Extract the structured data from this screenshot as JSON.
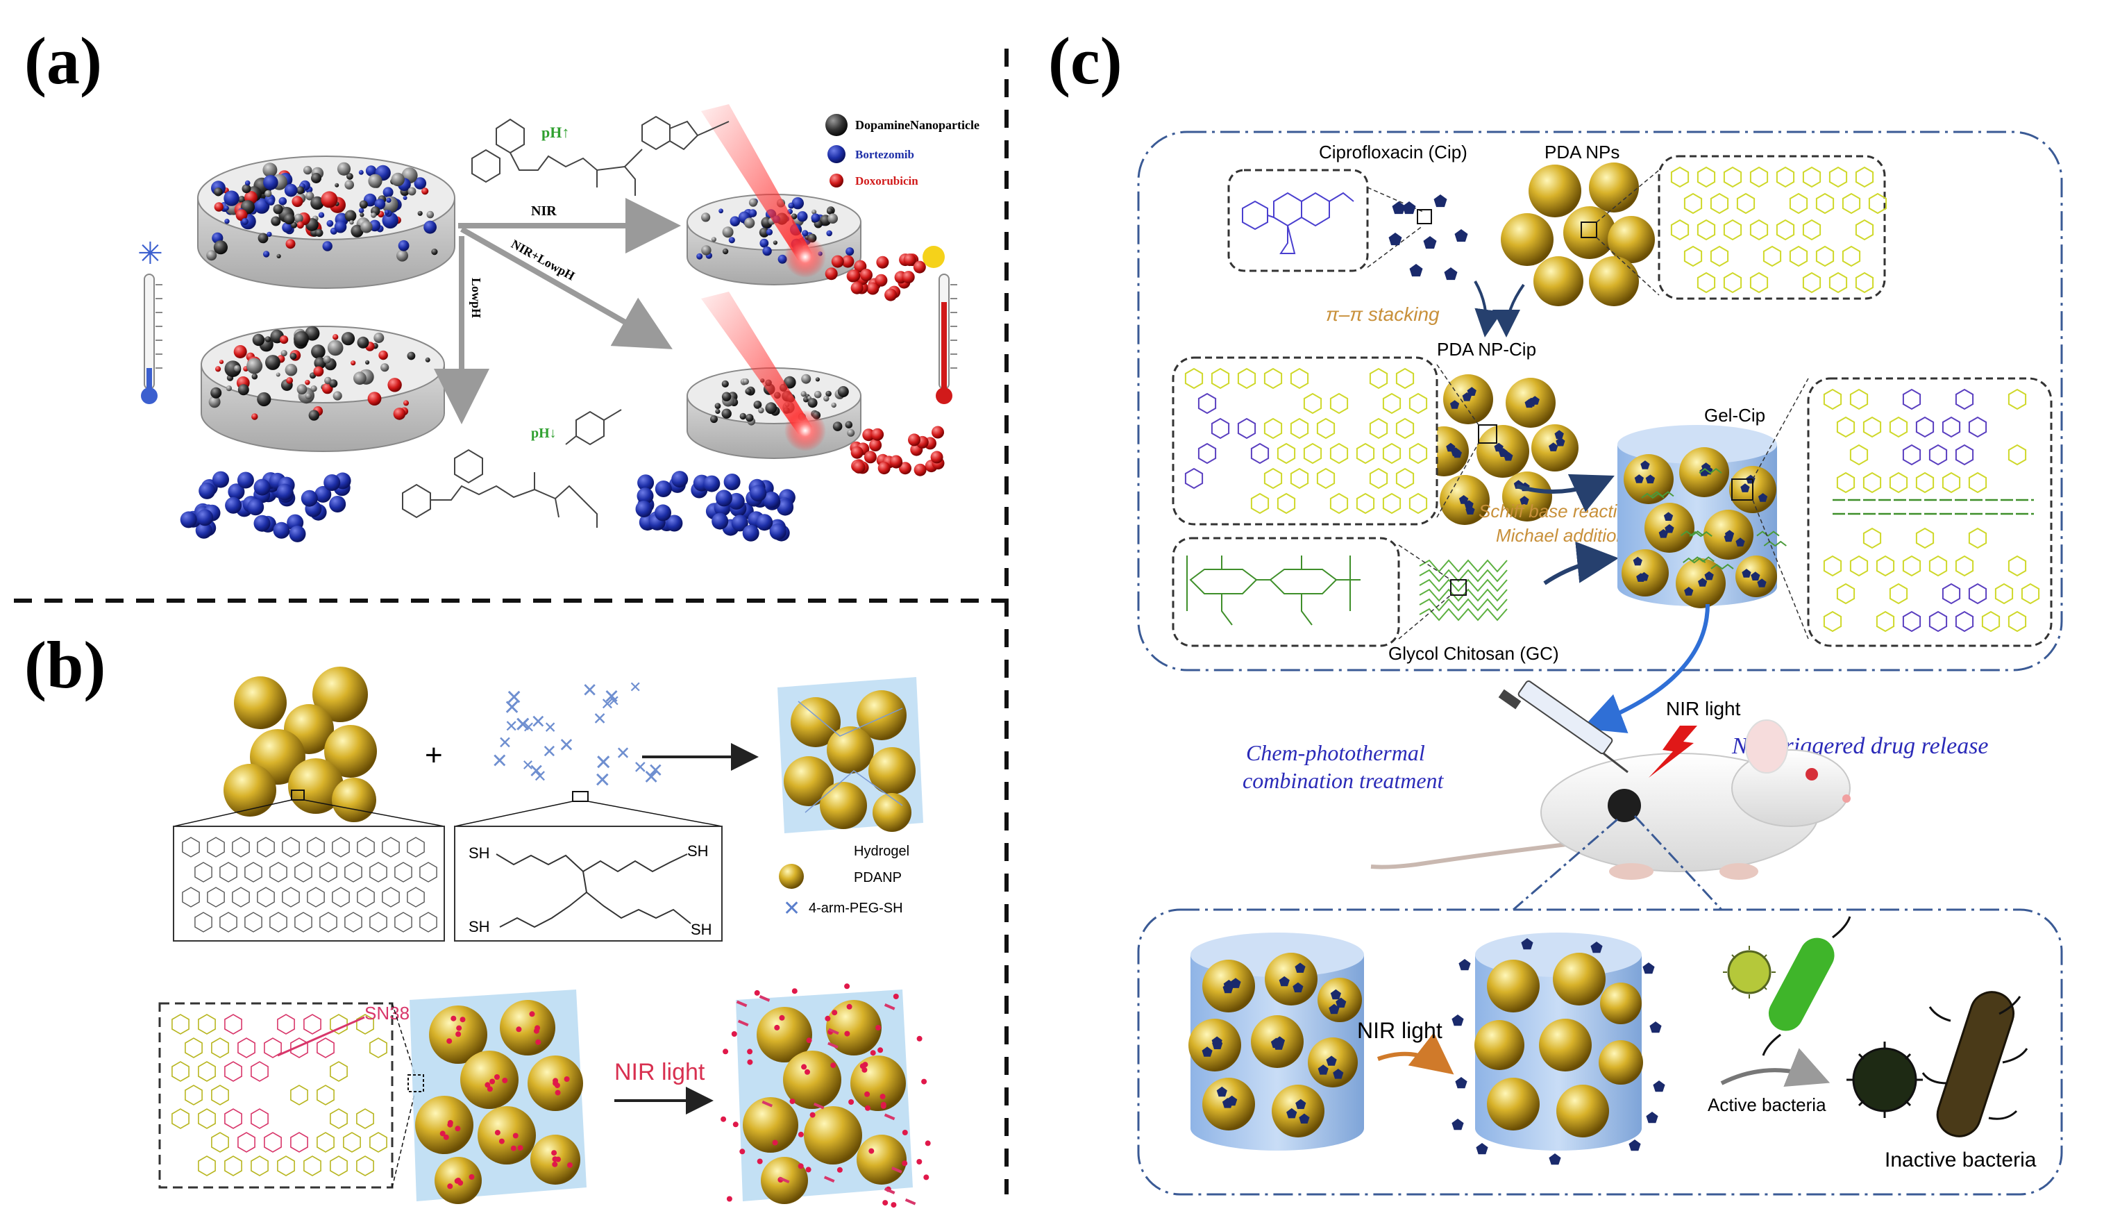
{
  "colors": {
    "gold": "#c9a21c",
    "gold_light": "#f3e27a",
    "gold_dark": "#7a5c05",
    "navy": "#1a2a6c",
    "blue_drug": "#1d2fa8",
    "red_drug": "#d11a1a",
    "laser": "#ff3030",
    "dash_blue": "#3a5a95",
    "hydrogel": "#a9cbf0",
    "chem_green": "#3f8f2a",
    "chem_yellow": "#d8e23a",
    "chem_purple": "#5a3fc0",
    "sn38_pink": "#d8366a",
    "orange_text": "#c8903a",
    "title_purple": "#2a2ab8"
  },
  "panel_a": {
    "label": "(a)",
    "legend": [
      {
        "text": "DopamineNanoparticle",
        "color": "#111111"
      },
      {
        "text": "Bortezomib",
        "color": "#1d2fa8"
      },
      {
        "text": "Doxorubicin",
        "color": "#d11a1a"
      }
    ],
    "label_nir": "NIR",
    "label_nir_lowph": "NIR+LowpH",
    "label_lowph": "LowpH",
    "label_ph_top": "pH↑",
    "label_ph_bottom": "pH↓",
    "icon_cold": "snowflake-icon",
    "icon_hot": "sun-icon"
  },
  "panel_b": {
    "label": "(b)",
    "plus": "+",
    "legend_hydrogel": "Hydrogel",
    "legend_pdanp": "PDANP",
    "legend_peg": "4-arm-PEG-SH",
    "peg_sh_labels": [
      "SH",
      "SH",
      "SH",
      "SH"
    ],
    "label_sn38": "SN38",
    "label_nir": "NIR light"
  },
  "panel_c": {
    "label": "(c)",
    "cip": "Ciprofloxacin (Cip)",
    "pda_nps": "PDA NPs",
    "stacking": "π–π stacking",
    "pda_np_cip": "PDA NP-Cip",
    "gel_cip": "Gel-Cip",
    "schiff": "Schiff base reaction",
    "michael": "Michael addition",
    "gc": "Glycol Chitosan (GC)",
    "nir_light": "NIR light",
    "chem_photo_1": "Chem-photothermal",
    "chem_photo_2": "combination treatment",
    "nir_release": "NIR-triggered drug release",
    "nir_light_bottom": "NIR light",
    "active": "Active bacteria",
    "inactive": "Inactive bacteria"
  }
}
